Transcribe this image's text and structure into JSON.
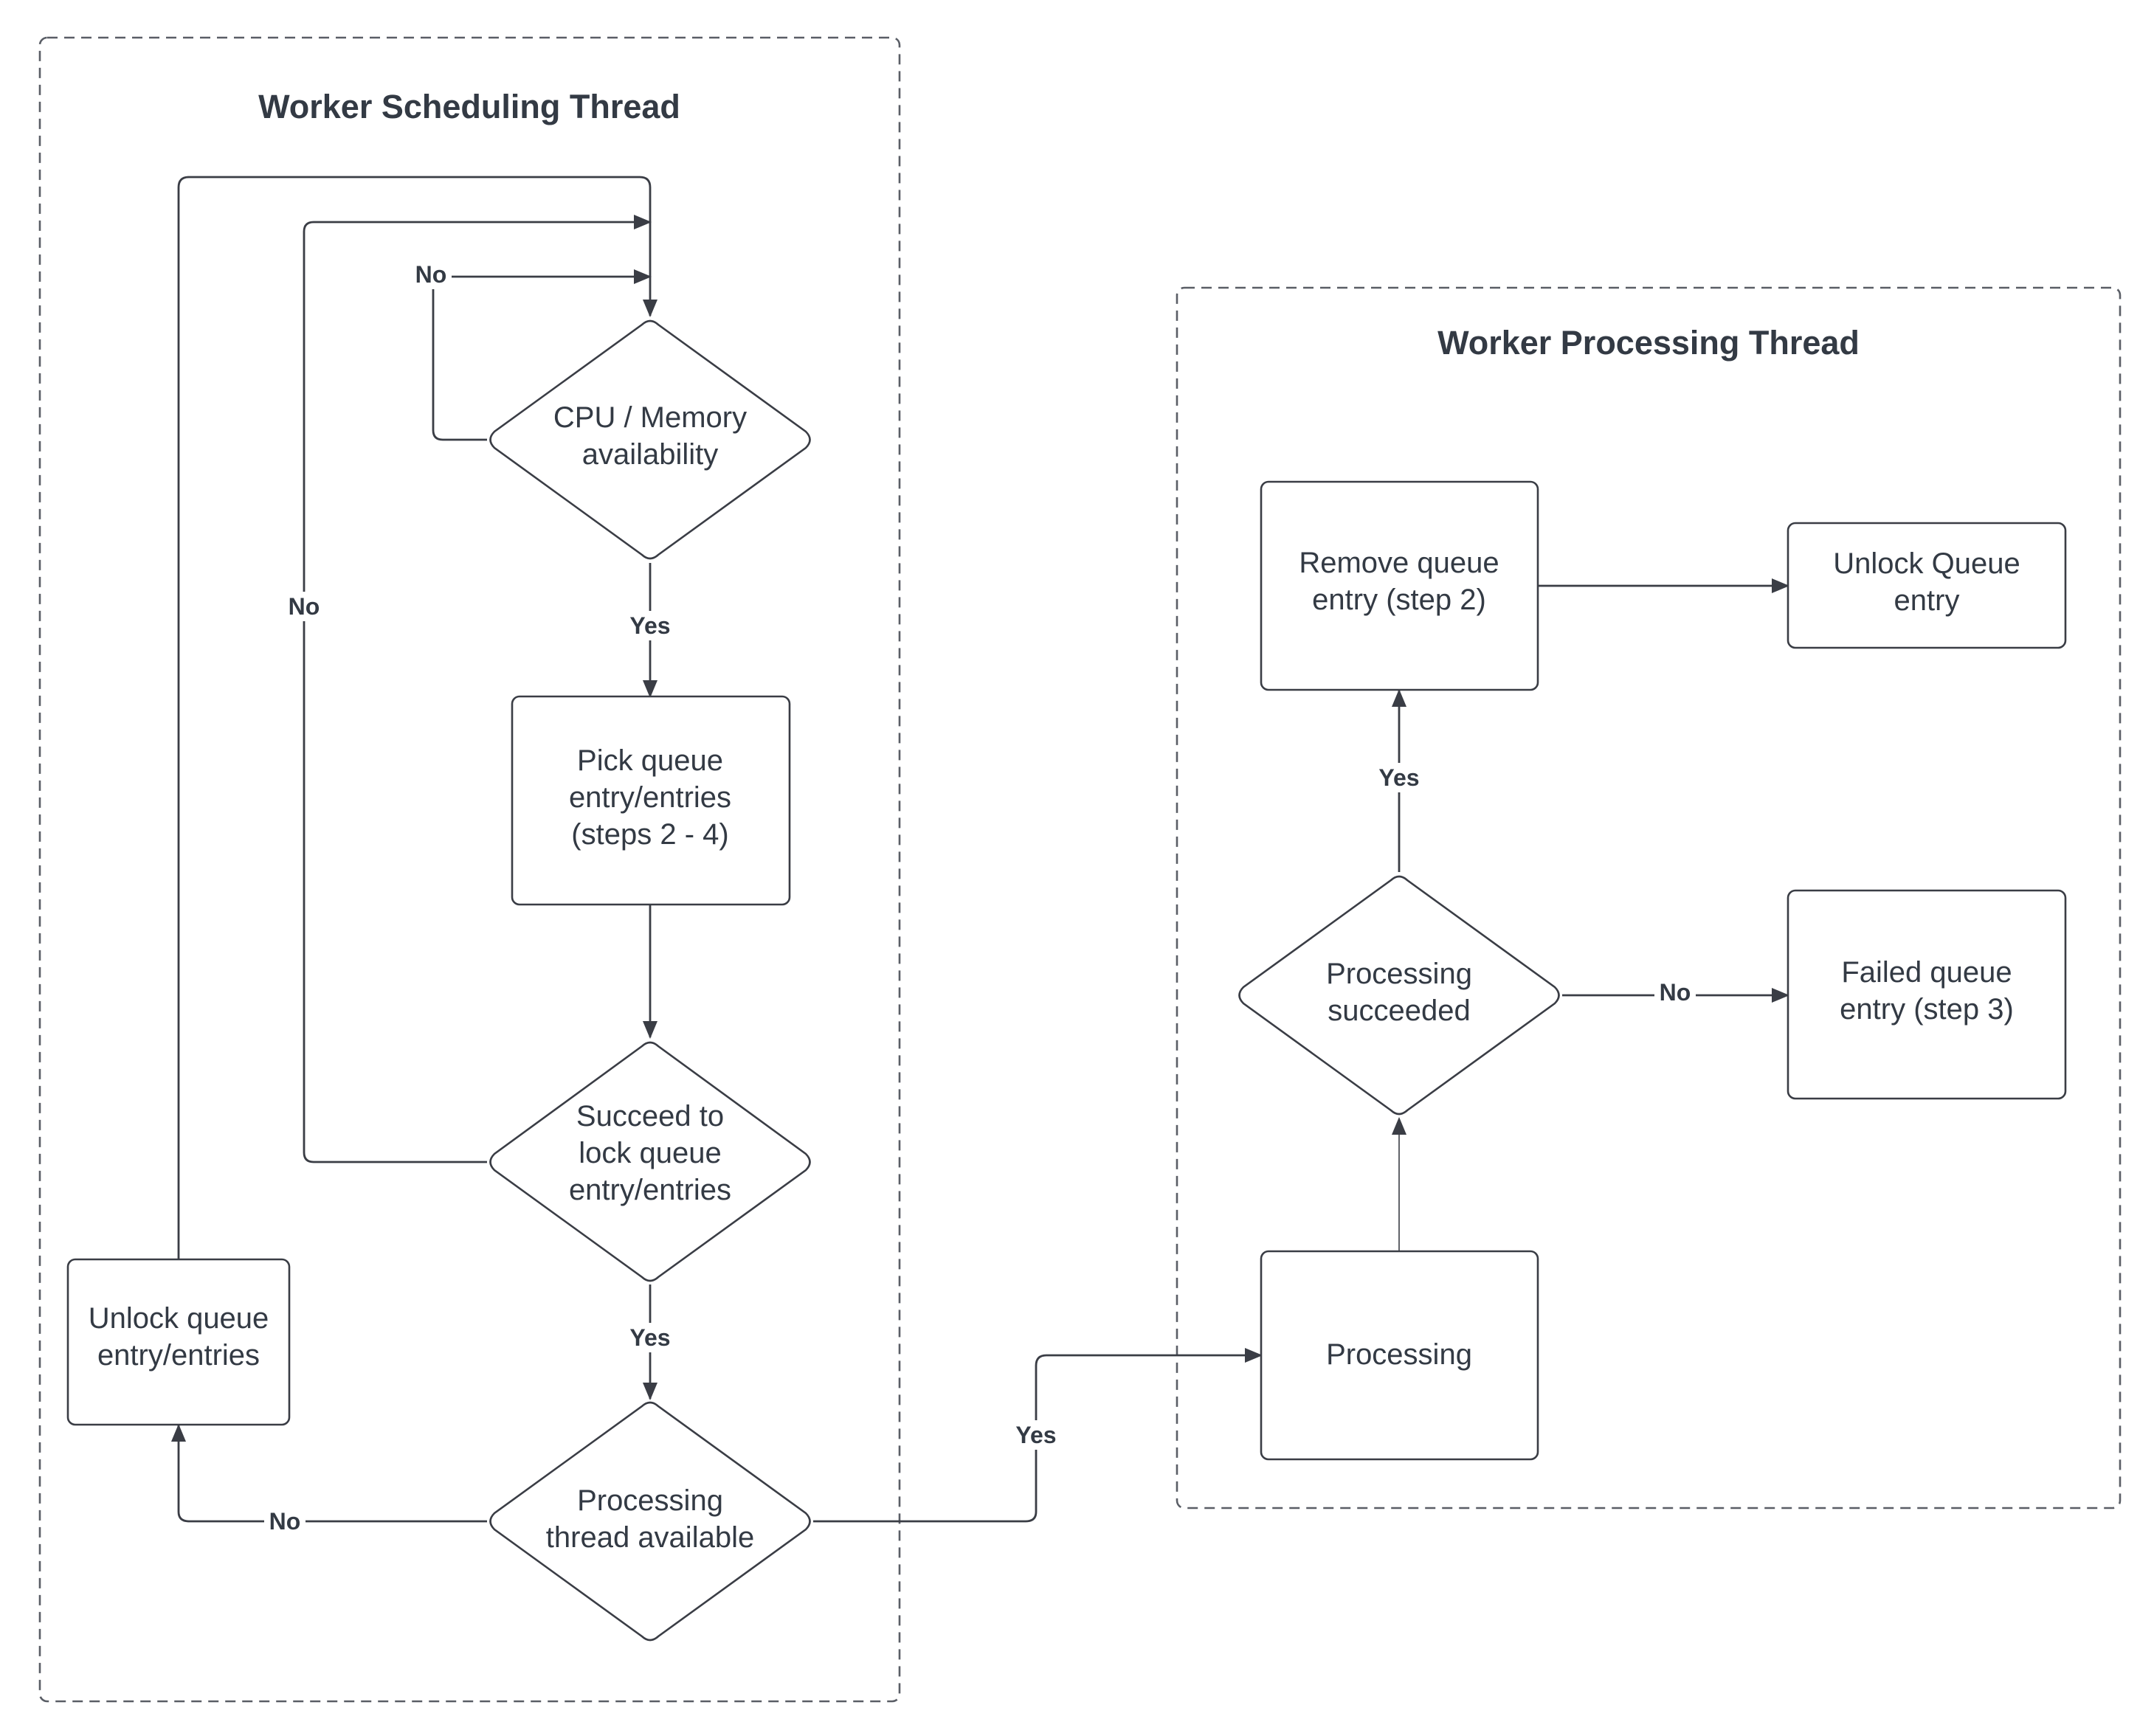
{
  "lanes": {
    "scheduling_title": "Worker Scheduling Thread",
    "processing_title": "Worker Processing Thread"
  },
  "nodes": {
    "cpu_memory": [
      "CPU / Memory",
      "availability"
    ],
    "pick_queue": [
      "Pick queue",
      "entry/entries",
      "(steps 2 - 4)"
    ],
    "lock_queue": [
      "Succeed to",
      "lock queue",
      "entry/entries"
    ],
    "thread_available": [
      "Processing",
      "thread available"
    ],
    "unlock_entries": [
      "Unlock queue",
      "entry/entries"
    ],
    "processing": [
      "Processing"
    ],
    "processing_succeeded": [
      "Processing",
      "succeeded"
    ],
    "remove_entry": [
      "Remove queue",
      "entry (step 2)"
    ],
    "unlock_queue_entry": [
      "Unlock Queue",
      "entry"
    ],
    "failed_entry": [
      "Failed queue",
      "entry (step 3)"
    ]
  },
  "edge_labels": {
    "cpu_no": "No",
    "cpu_yes": "Yes",
    "lock_no": "No",
    "lock_yes": "Yes",
    "thread_no": "No",
    "thread_yes": "Yes",
    "succeeded_yes": "Yes",
    "succeeded_no": "No"
  },
  "colors": {
    "stroke": "#3a3d45",
    "text": "#333a44",
    "background": "#ffffff"
  }
}
